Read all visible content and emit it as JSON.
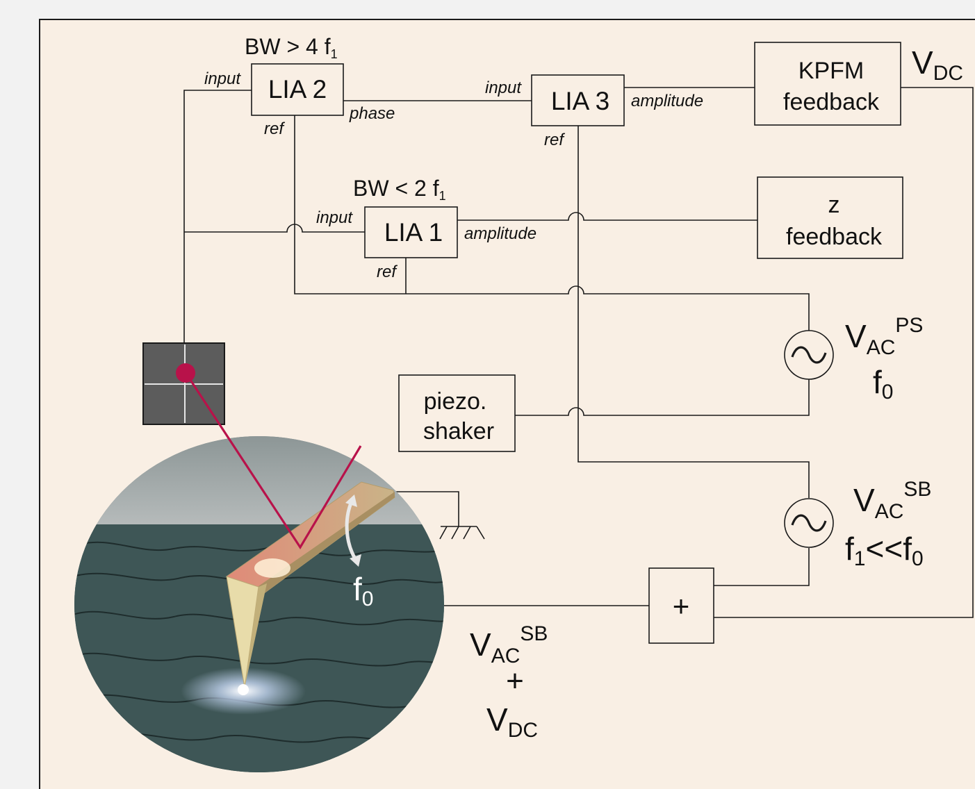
{
  "blocks": {
    "lia2": {
      "label": "LIA 2",
      "bw_main": "BW > 4 f",
      "bw_sub": "1",
      "port_input": "input",
      "port_ref": "ref",
      "port_out": "phase"
    },
    "lia3": {
      "label": "LIA 3",
      "port_input": "input",
      "port_ref": "ref",
      "port_out": "amplitude"
    },
    "lia1": {
      "label": "LIA 1",
      "bw_main": "BW < 2 f",
      "bw_sub": "1",
      "port_input": "input",
      "port_ref": "ref",
      "port_out": "amplitude"
    },
    "kpfm": {
      "line1": "KPFM",
      "line2": "feedback"
    },
    "zfb": {
      "line1": "z",
      "line2": "feedback"
    },
    "piezo": {
      "line1": "piezo.",
      "line2": "shaker"
    },
    "adder": {
      "label": "+"
    }
  },
  "signals": {
    "vdc_main": "V",
    "vdc_sub": "DC",
    "vac_ps_main": "V",
    "vac_ps_sub": "AC",
    "vac_ps_sup": "PS",
    "f0_main": "f",
    "f0_sub": "0",
    "vac_sb_main": "V",
    "vac_sb_sub": "AC",
    "vac_sb_sup": "SB",
    "f1f0_a": "f",
    "f1f0_a_sub": "1",
    "f1f0_mid": "<<f",
    "f1f0_b_sub": "0",
    "sum_vac_main": "V",
    "sum_vac_sub": "AC",
    "sum_vac_sup": "SB",
    "sum_plus": "+",
    "sum_vdc_main": "V",
    "sum_vdc_sub": "DC",
    "tip_f0_main": "f",
    "tip_f0_sub": "0"
  },
  "icons": {
    "ac_source": "tilde",
    "ground": "ground-symbol",
    "photodiode": "quadrant-photodiode"
  },
  "colors": {
    "panel": "#f9efe4",
    "laser": "#b8124a",
    "surface": "#3f5a5a",
    "cantilever": "#d9c28e"
  }
}
